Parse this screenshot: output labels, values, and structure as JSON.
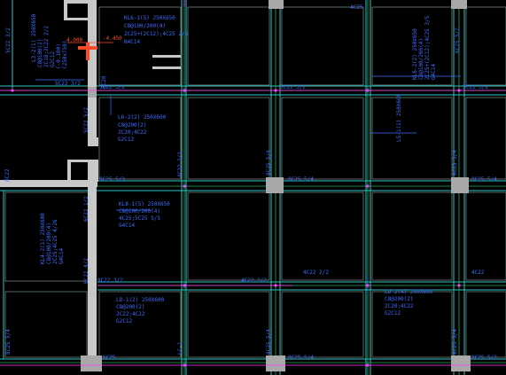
{
  "drawing": {
    "background": "#000000",
    "colors": {
      "wall": "#c8c8c8",
      "column": "#a8a8a8",
      "beam_edge": "#2ec5c5",
      "axis_green": "#20b060",
      "rebar_blue": "#3b6cff",
      "annot_magenta": "#ff3bff",
      "level_red": "#ff4a2a"
    },
    "labels": {
      "top_4c25": "4C25",
      "kl6_head": "KL6-1(5) 250X650",
      "kl6_stirrup": "C8@100/200(4)",
      "kl6_top": "2C25+(2C12);4C25 2/5",
      "kl6_side": "N4C14",
      "l3_head": "L3-2(1) 250X650",
      "l3_stirrup": "C8@100(2)",
      "l3_top": "2C18;2C22 2/2",
      "l3_side": "G2C12",
      "l3_extra": "(-0.100)",
      "l3_dim": "(250x750)",
      "left_5c22": "5C22 3/2",
      "level_a": "4.000",
      "level_b": "-4.450",
      "mid_5c22_32": "5C22 3/2",
      "beam_8c20": "8C20",
      "right_5c22_32": "5C22 3/2",
      "kl6r_head": "KL6-2(2) 250X650",
      "kl6r_stirrup": "C8@100/200(4)",
      "kl6r_top": "2C25+(2C12);4C25 3/5",
      "kl6r_side": "G4C14",
      "col_5c22_32": "5C22 3/2",
      "far_5c22_32": "5C22 3/2",
      "l6_head": "L6-2(2) 250X600",
      "l6_stirrup": "C8@200(2)",
      "l6_top": "2C20;4C22",
      "l6_side": "G2C12",
      "c_6c25_52": "6C25 5/2",
      "col_c22_52": "5C22 5/2",
      "l5_head": "L5-1(1) 250X600",
      "c_8c25_53": "8C25 5/3",
      "c_8c25_54a": "8C25 5/4",
      "c_8c25_54b": "8C25 5/4",
      "c_8c25_54c": "8C25 5/4",
      "kl8_head": "KL8-1(5) 250X650",
      "kl8_stirrup": "C8@100/200(4)",
      "kl8_top": "4C25;5C25 5/5",
      "kl8_side": "G4C14",
      "kl4_head": "KL4-2(1) 250X600",
      "kl4_stirrup": "C8@100/200(4)",
      "kl4_top": "2C25;4C25 4/26",
      "kl4_side": "G4C14",
      "c_6c22_12": "6C22 1/2",
      "c_6c22_42": "6C22 4/2",
      "c_4c22_22a": "4C22 2/2",
      "c_4c22_22b": "4C22 2/2",
      "c_4c22_22c": "4C22 2/2",
      "c_8c22_32": "8C22 3/2",
      "ld_head": "LD-1(2) 250X600",
      "ld_stirrup": "C8@200(2)",
      "ld_top": "2C22;4C22",
      "ld_side": "G2C12",
      "ld2_head": "LD-2(4) 250X600",
      "ld2_stirrup": "C8@200(2)",
      "ld2_top": "2C20;4C22",
      "ld2_side": "G2C12",
      "bot_6c25": "6C25",
      "bot_8c25_54": "8C25 5/4",
      "bot_8c25_54b": "8C25 5/4",
      "bot_8c25_54c": "8C25 5/4",
      "bot_8c25_52": "8C25 5/2",
      "bot_4c22": "4C22",
      "right_8c25": "8C25 5/4",
      "right_8c25_b": "8C25 5/4",
      "left_8c22": "8C22",
      "lc_label": "LC-1"
    }
  }
}
